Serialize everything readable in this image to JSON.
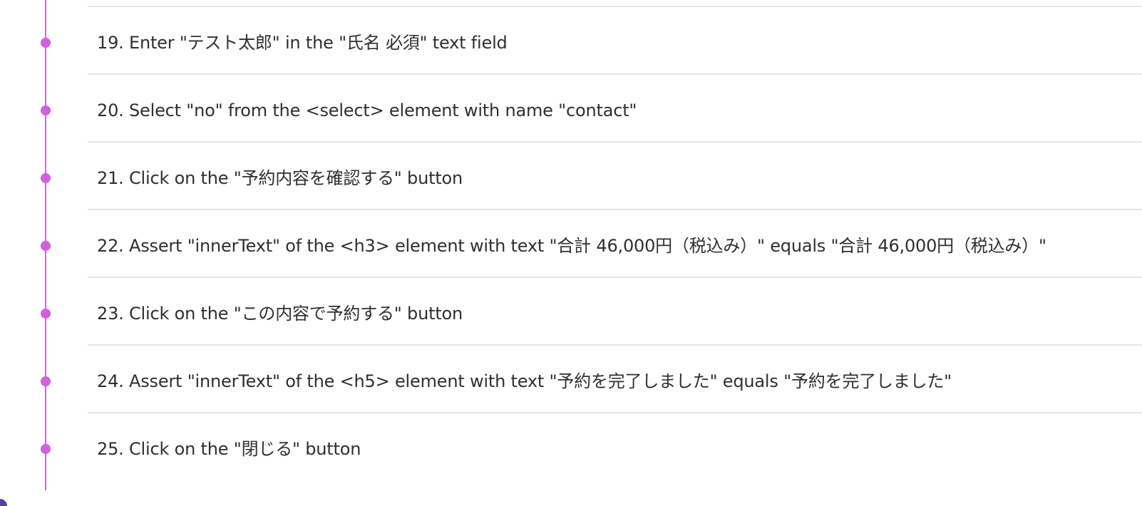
{
  "steps": [
    {
      "text": "19. Enter \"テスト太郎\" in the \"氏名 必須\" text field"
    },
    {
      "text": "20. Select \"no\" from the <select> element with name \"contact\""
    },
    {
      "text": "21. Click on the \"予約内容を確認する\" button"
    },
    {
      "text": "22. Assert \"innerText\" of the <h3> element with text \"合計 46,000円（税込み）\" equals \"合計 46,000円（税込み）\""
    },
    {
      "text": "23. Click on the \"この内容で予約する\" button"
    },
    {
      "text": "24. Assert \"innerText\" of the <h5> element with text \"予約を完了しました\" equals \"予約を完了しました\""
    },
    {
      "text": "25. Click on the \"閉じる\" button"
    }
  ],
  "colors": {
    "timeline_accent": "#d45ee0",
    "divider": "#e6e6e6",
    "text": "#2f2f2f",
    "corner_accent": "#5a3fa0"
  }
}
